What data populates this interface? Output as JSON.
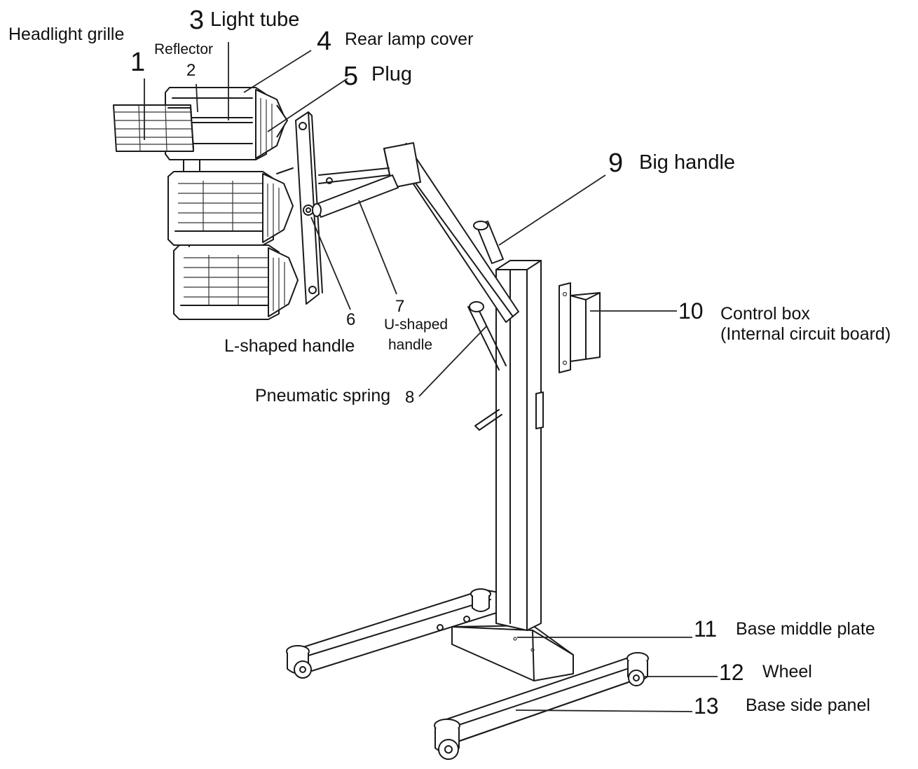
{
  "parts": [
    {
      "number": "1",
      "name": "Headlight grille"
    },
    {
      "number": "2",
      "name": "Reflector"
    },
    {
      "number": "3",
      "name": "Light tube"
    },
    {
      "number": "4",
      "name": "Rear lamp cover"
    },
    {
      "number": "5",
      "name": "Plug"
    },
    {
      "number": "6",
      "name": "L-shaped handle"
    },
    {
      "number": "7",
      "name": "U-shaped",
      "name_line2": "handle"
    },
    {
      "number": "8",
      "name": "Pneumatic spring"
    },
    {
      "number": "9",
      "name": "Big handle"
    },
    {
      "number": "10",
      "name": "Control box",
      "name_line2": "(Internal circuit board)"
    },
    {
      "number": "11",
      "name": "Base middle plate"
    },
    {
      "number": "12",
      "name": "Wheel"
    },
    {
      "number": "13",
      "name": "Base side panel"
    }
  ]
}
